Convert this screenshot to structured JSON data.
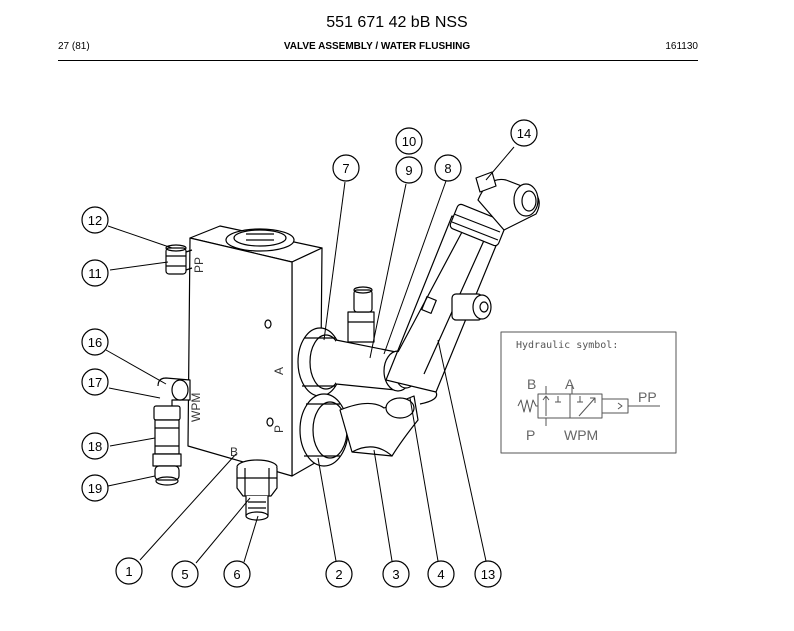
{
  "header": {
    "doc_number": "551 671 42 bB NSS",
    "page": "27 (81)",
    "section_title": "VALVE ASSEMBLY / WATER FLUSHING",
    "date_code": "161130"
  },
  "callouts": [
    "1",
    "2",
    "3",
    "4",
    "5",
    "6",
    "7",
    "8",
    "9",
    "10",
    "11",
    "12",
    "13",
    "14",
    "16",
    "17",
    "18",
    "19"
  ],
  "body_markings": {
    "pp": "PP",
    "a": "A",
    "p": "P",
    "wpm": "WPM",
    "b": "B"
  },
  "hydraulic_symbol": {
    "title": "Hydraulic symbol:",
    "port_b": "B",
    "port_a": "A",
    "port_p": "P",
    "port_pp": "PP",
    "wpm": "WPM"
  }
}
